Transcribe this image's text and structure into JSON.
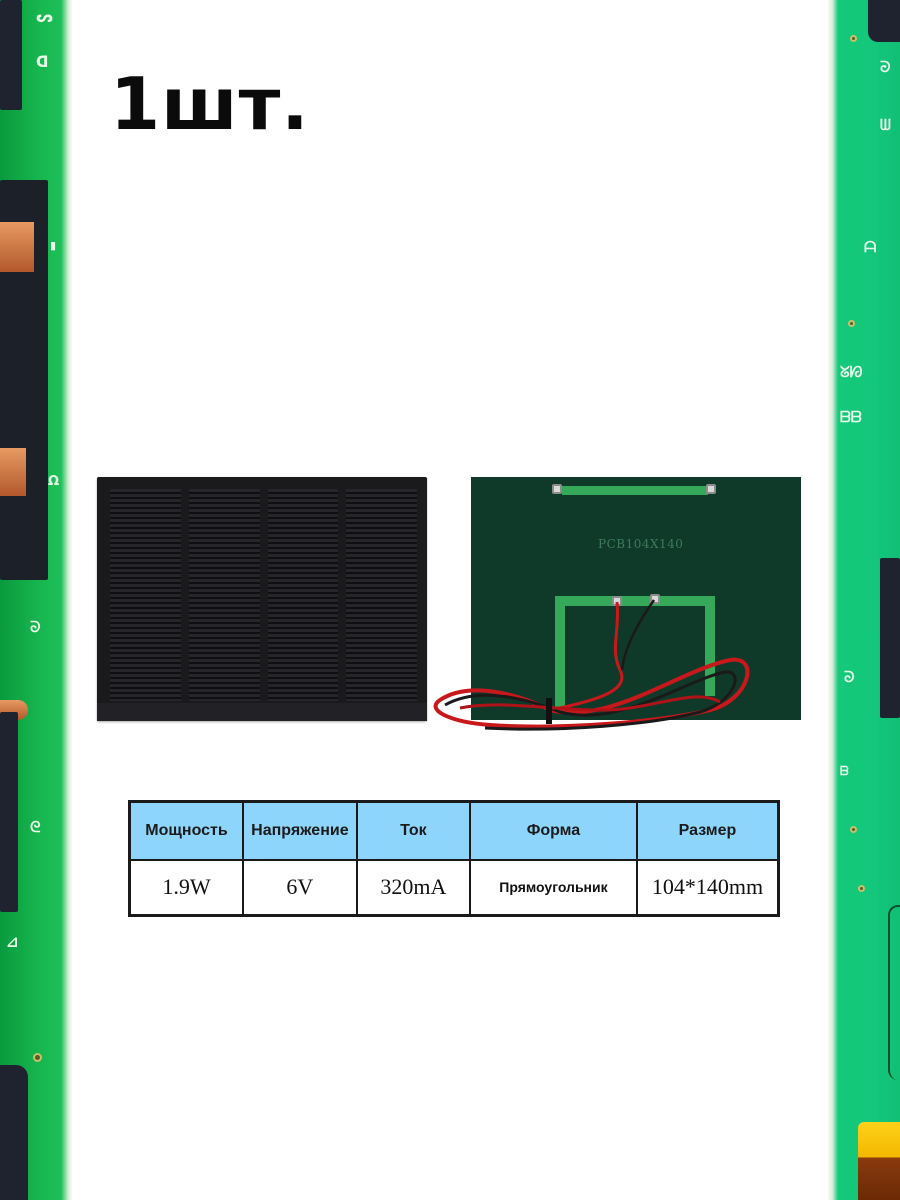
{
  "title": {
    "quantity_label": "1шт."
  },
  "product": {
    "back_silkscreen": "PCB104X140",
    "front_alt": "solar-panel-front",
    "back_alt": "solar-panel-back-with-wires"
  },
  "spec_table": {
    "headers": [
      "Мощность",
      "Напряжение",
      "Ток",
      "Форма",
      "Размер"
    ],
    "values": [
      "1.9W",
      "6V",
      "320mA",
      "Прямоугольник",
      "104*140mm"
    ]
  },
  "colors": {
    "header_bg": "#8dd5fb",
    "border": "#1a1a1a",
    "pcb_green_left": "#17b64f",
    "pcb_green_right": "#13c77c",
    "panel_front": "#1a1a1c",
    "panel_back": "#0f3a2a",
    "wire_red": "#c8181c",
    "wire_black": "#1a1a1a"
  }
}
